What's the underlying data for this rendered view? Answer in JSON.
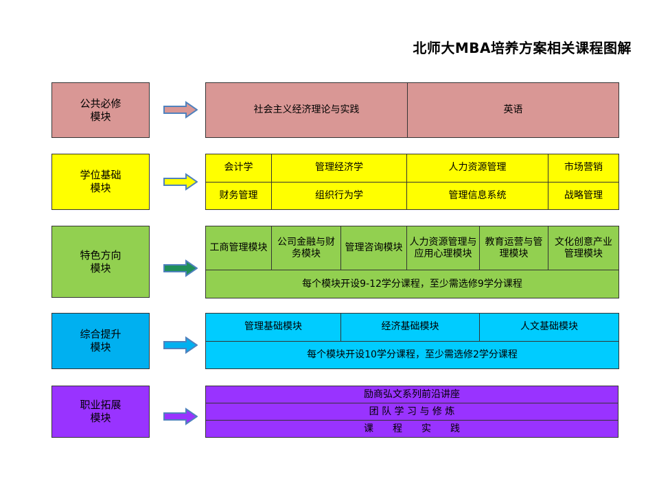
{
  "title": "北师大MBA培养方案相关课程图解",
  "colors": {
    "public": "#d99795",
    "degree": "#ffff00",
    "feature": "#92d050",
    "comprehensive": "#00b0f0",
    "career": "#9933ff",
    "arrow_outline": "#4f81bd"
  },
  "modules": [
    {
      "label": "公共必修\n模块",
      "arrow_fill": "#d99795"
    },
    {
      "label": "学位基础\n模块",
      "arrow_fill": "#ffff00"
    },
    {
      "label": "特色方向\n模块",
      "arrow_fill": "#1f8f5a"
    },
    {
      "label": "综合提升\n模块",
      "arrow_fill": "#00b0f0"
    },
    {
      "label": "职业拓展\n模块",
      "arrow_fill": "#9933ff"
    }
  ],
  "public": {
    "courses": [
      "社会主义经济理论与实践",
      "英语"
    ]
  },
  "degree": {
    "rows": [
      [
        "会计学",
        "管理经济学",
        "人力资源管理",
        "市场营销"
      ],
      [
        "财务管理",
        "组织行为学",
        "管理信息系统",
        "战略管理"
      ]
    ]
  },
  "feature": {
    "modules": [
      "工商管理模块",
      "公司金融与财\n务模块",
      "管理咨询模块",
      "人力资源管理与\n应用心理模块",
      "教育运营与管\n理模块",
      "文化创意产业\n管理模块"
    ],
    "note": "每个模块开设9-12学分课程，至少需选修9学分课程"
  },
  "comprehensive": {
    "modules": [
      "管理基础模块",
      "经济基础模块",
      "人文基础模块"
    ],
    "note": "每个模块开设10学分课程，至少需选修2学分课程"
  },
  "career": {
    "items": [
      "励商弘文系列前沿讲座",
      "团 队 学 习 与 修 炼",
      "课　　程　　实　　践"
    ]
  }
}
